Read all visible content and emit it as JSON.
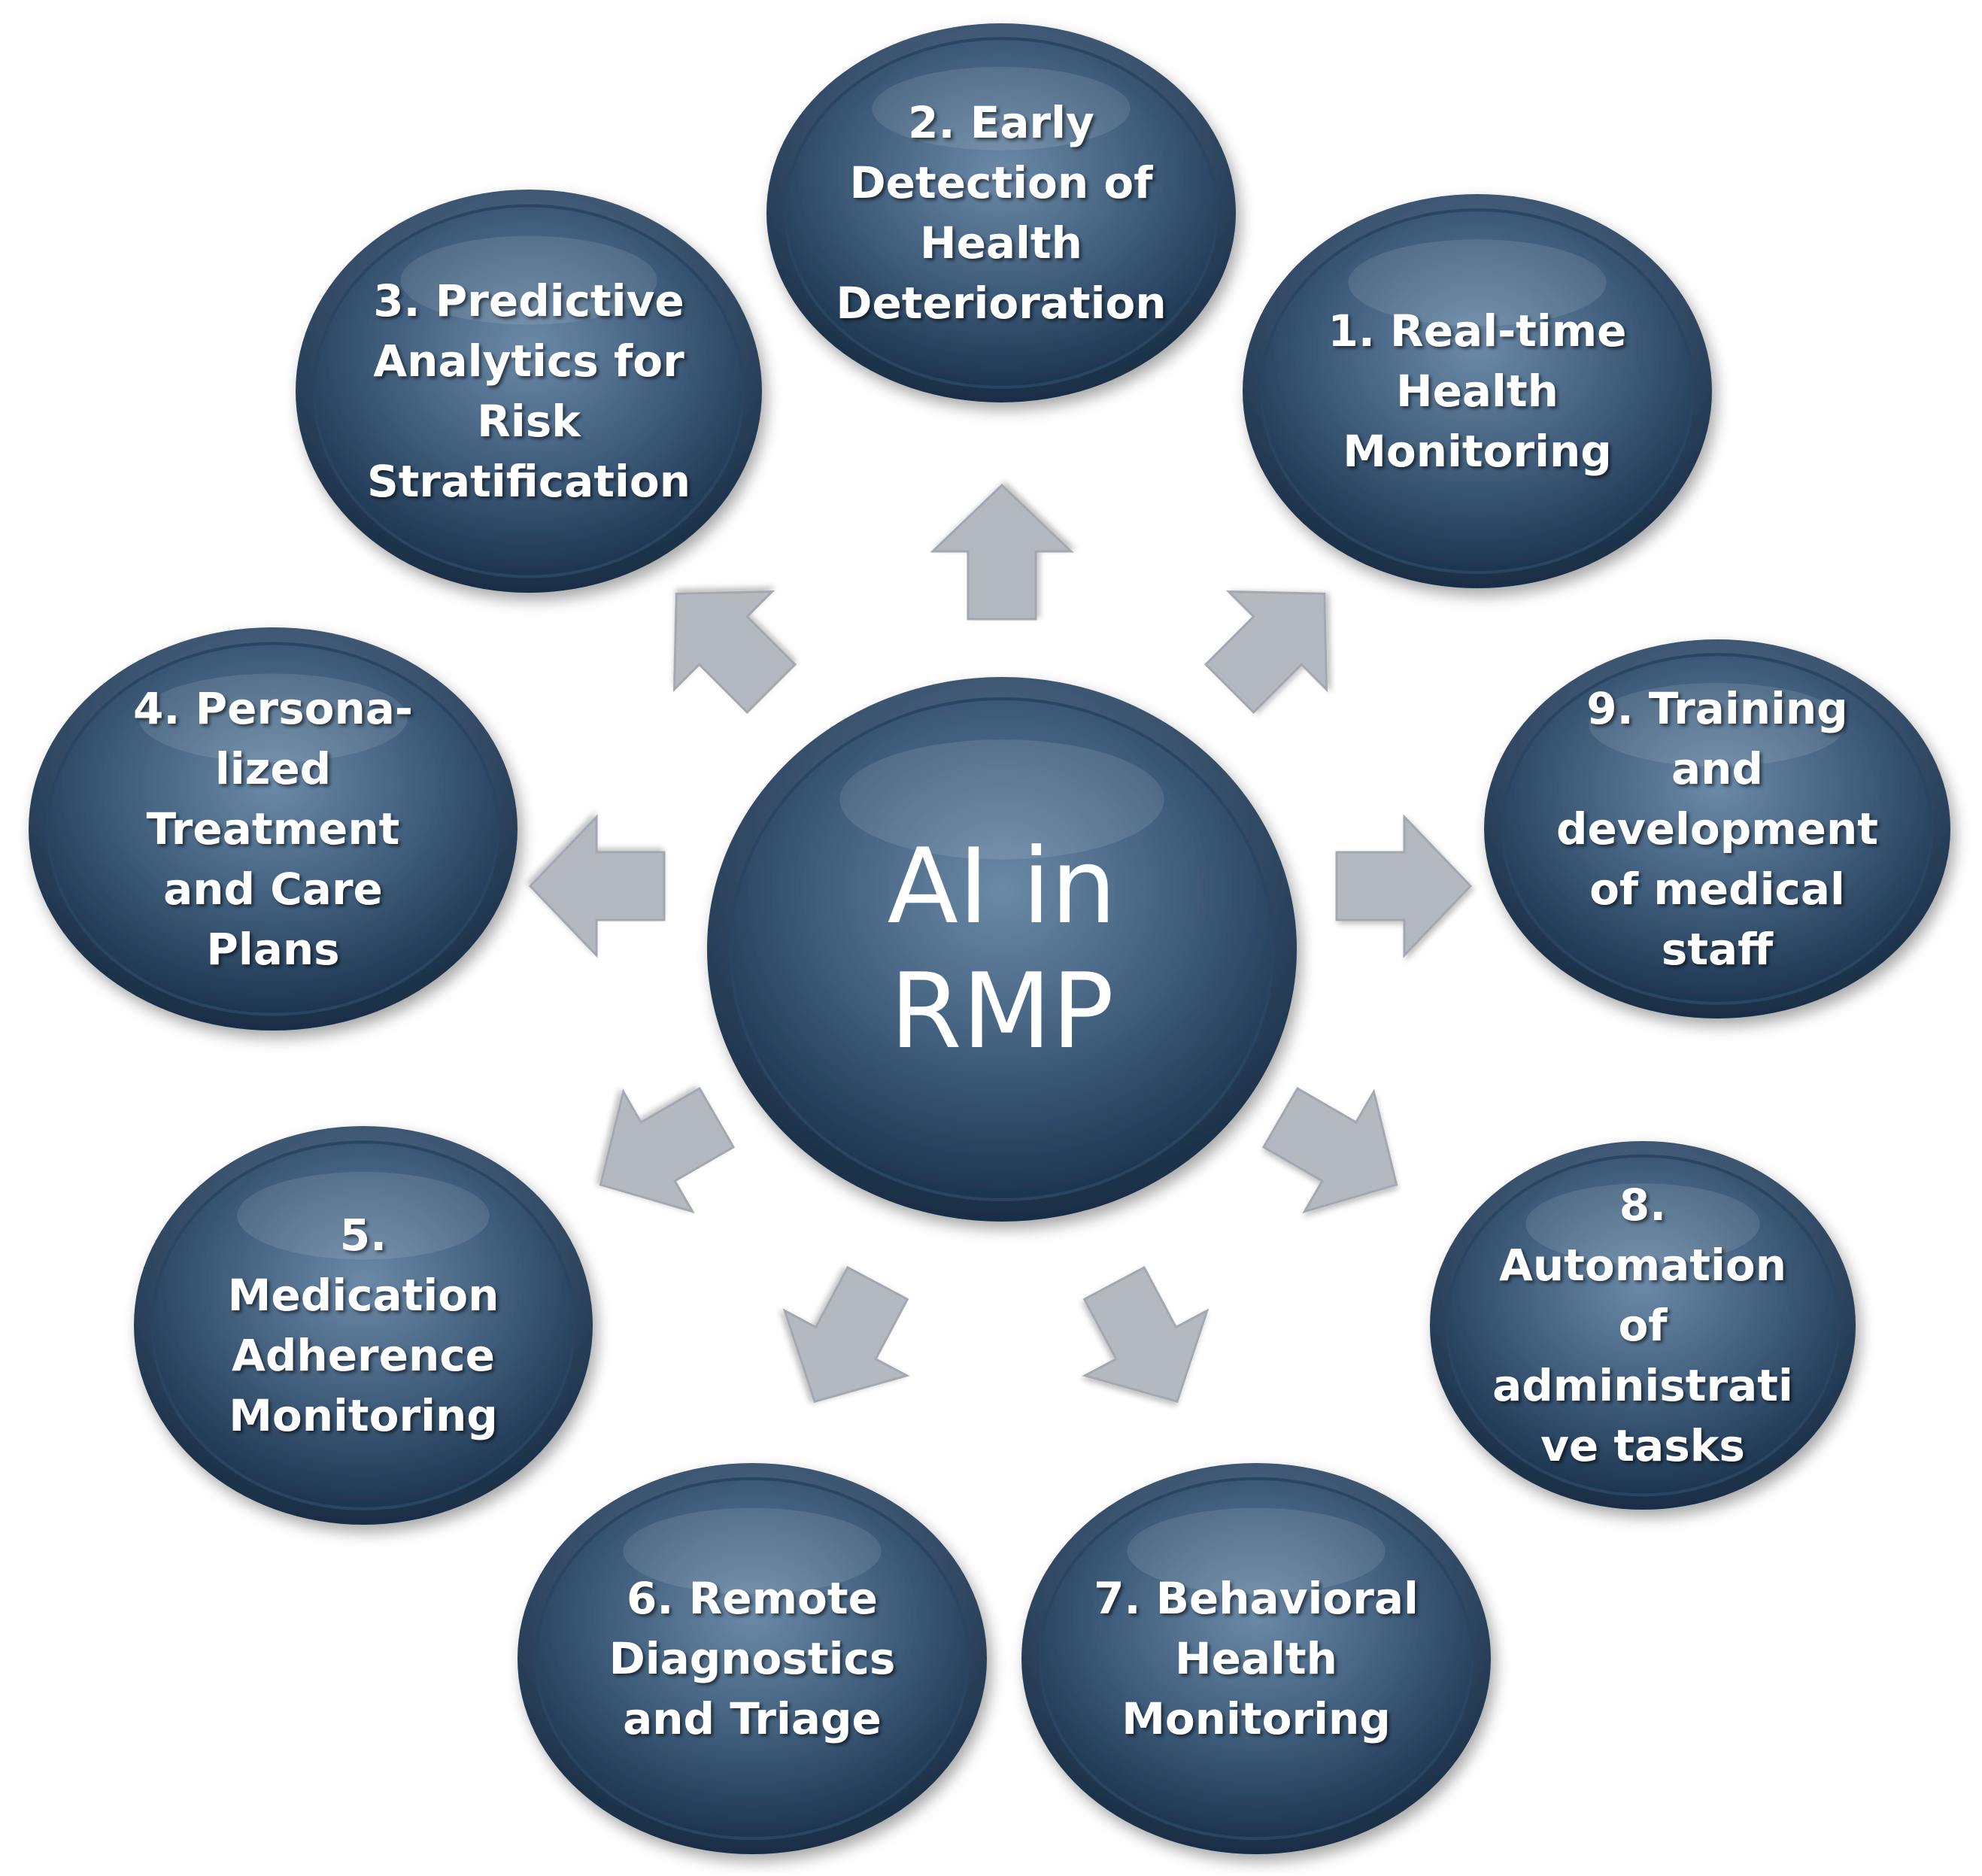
{
  "colors": {
    "node_fill_light": "#6b8aa8",
    "node_fill_mid": "#3f5d7b",
    "node_fill_dark": "#1d3550",
    "node_rim": "#1a3049",
    "arrow_fill": "#b4b8bf",
    "label_text": "#ffffff",
    "background": "#ffffff"
  },
  "center": {
    "label": "AI in\nRMP"
  },
  "nodes": [
    {
      "id": "node-1",
      "label": "1. Real-time\nHealth\nMonitoring"
    },
    {
      "id": "node-2",
      "label": "2. Early\nDetection of\nHealth\nDeterioration"
    },
    {
      "id": "node-3",
      "label": "3. Predictive\nAnalytics for\nRisk\nStratification"
    },
    {
      "id": "node-4",
      "label": "4. Persona-\nlized\nTreatment\nand  Care\nPlans"
    },
    {
      "id": "node-5",
      "label": "5.\nMedication\nAdherence\nMonitoring"
    },
    {
      "id": "node-6",
      "label": "6. Remote\nDiagnostics\nand Triage"
    },
    {
      "id": "node-7",
      "label": "7. Behavioral\nHealth\nMonitoring"
    },
    {
      "id": "node-8",
      "label": "8.\nAutomation\nof\nadministrati\nve tasks"
    },
    {
      "id": "node-9",
      "label": "9. Training\nand\ndevelopment\nof medical\nstaff"
    }
  ]
}
